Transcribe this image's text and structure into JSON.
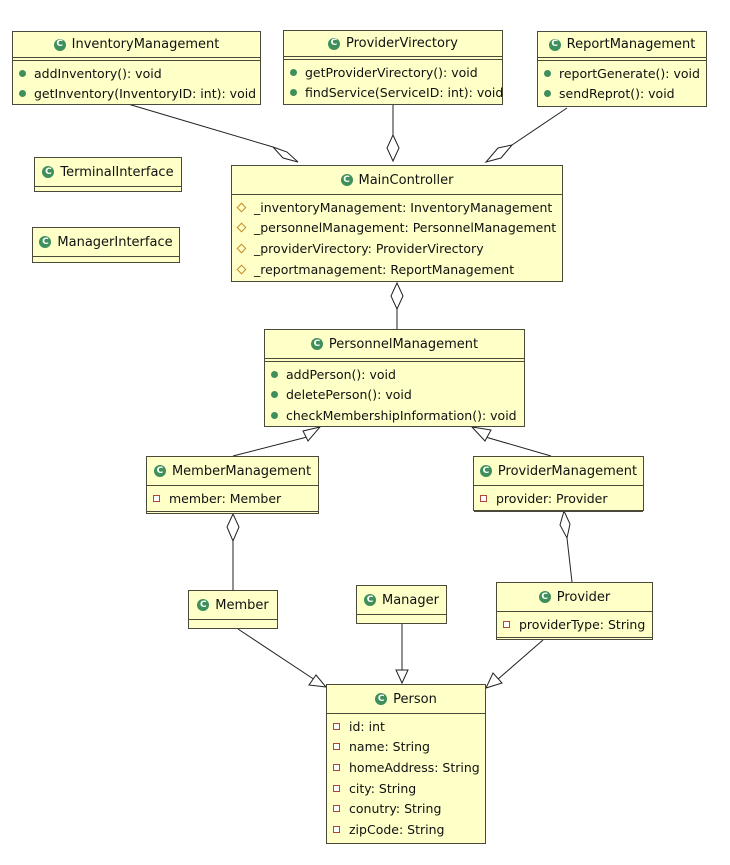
{
  "classes": {
    "inventory_management": {
      "name": "InventoryManagement",
      "members": [
        "addInventory(): void",
        "getInventory(InventoryID: int): void"
      ]
    },
    "provider_virectory": {
      "name": "ProviderVirectory",
      "members": [
        "getProviderVirectory(): void",
        "findService(ServiceID: int): void"
      ]
    },
    "report_management": {
      "name": "ReportManagement",
      "members": [
        "reportGenerate(): void",
        "sendReprot(): void"
      ]
    },
    "terminal_interface": {
      "name": "TerminalInterface"
    },
    "manager_interface": {
      "name": "ManagerInterface"
    },
    "main_controller": {
      "name": "MainController",
      "members": [
        "_inventoryManagement: InventoryManagement",
        "_personnelManagement: PersonnelManagement",
        "_providerVirectory: ProviderVirectory",
        "_reportmanagement: ReportManagement"
      ]
    },
    "personnel_management": {
      "name": "PersonnelManagement",
      "members": [
        "addPerson(): void",
        "deletePerson(): void",
        "checkMembershipInformation(): void"
      ]
    },
    "member_management": {
      "name": "MemberManagement",
      "members": [
        "member: Member"
      ]
    },
    "provider_management": {
      "name": "ProviderManagement",
      "members": [
        "provider: Provider"
      ]
    },
    "member": {
      "name": "Member"
    },
    "manager": {
      "name": "Manager"
    },
    "provider": {
      "name": "Provider",
      "members": [
        "providerType: String"
      ]
    },
    "person": {
      "name": "Person",
      "members": [
        "id: int",
        "name: String",
        "homeAddress: String",
        "city: String",
        "conutry: String",
        "zipCode: String"
      ]
    }
  },
  "class_icon": "class-c-icon",
  "colors": {
    "box_fill": "#ffffc8",
    "border": "#4a4a3a",
    "class_icon": "#3f8f5c",
    "public_method_icon": "#3f8f5c",
    "private_field_icon": "#b3443c",
    "protected_field_icon": "#c68a2a"
  }
}
